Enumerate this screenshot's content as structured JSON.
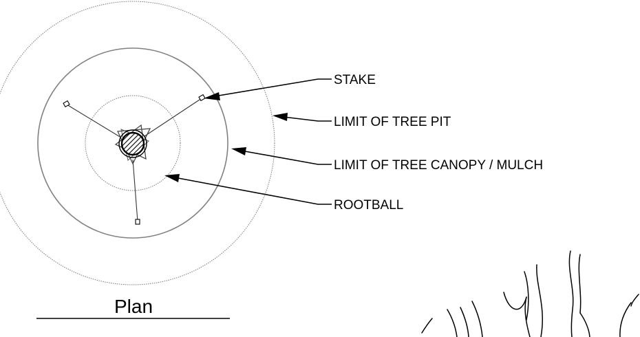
{
  "title": "Plan",
  "callouts": {
    "stake": "STAKE",
    "tree_pit": "LIMIT OF TREE PIT",
    "canopy_mulch": "LIMIT OF TREE CANOPY / MULCH",
    "rootball": "ROOTBALL"
  }
}
